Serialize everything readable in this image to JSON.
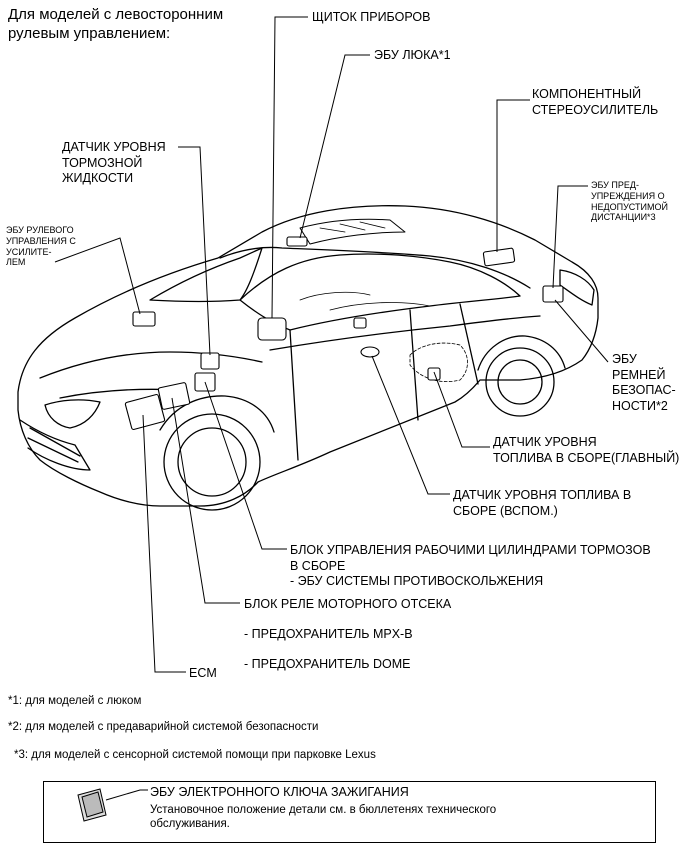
{
  "header": {
    "title": "Для моделей с левосторонним\nрулевым управлением:"
  },
  "labels": {
    "instrument_panel": "ЩИТОК ПРИБОРОВ",
    "sunroof_ecu": "ЭБУ ЛЮКА*1",
    "stereo_amp": "КОМПОНЕНТНЫЙ\nСТЕРЕОУСИЛИТЕЛЬ",
    "brake_fluid_sensor": "ДАТЧИК УРОВНЯ\nТОРМОЗНОЙ\nЖИДКОСТИ",
    "distance_warning_ecu": "ЭБУ ПРЕД-\nУПРЕЖДЕНИЯ О\nНЕДОПУСТИМОЙ\nДИСТАНЦИИ*3",
    "power_steering_ecu": "ЭБУ РУЛЕВОГО\nУПРАВЛЕНИЯ С\nУСИЛИТЕ-\nЛЕМ",
    "seatbelt_ecu": "ЭБУ\nРЕМНЕЙ\nБЕЗОПАС-\nНОСТИ*2",
    "fuel_sensor_main": "ДАТЧИК УРОВНЯ\nТОПЛИВА В СБОРЕ(ГЛАВНЫЙ)",
    "fuel_sensor_sub": "ДАТЧИК УРОВНЯ ТОПЛИВА В\nСБОРЕ  (ВСПОМ.)",
    "brake_actuator": "БЛОК УПРАВЛЕНИЯ РАБОЧИМИ ЦИЛИНДРАМИ ТОРМОЗОВ\nВ СБОРЕ\n- ЭБУ СИСТЕМЫ ПРОТИВОСКОЛЬЖЕНИЯ",
    "engine_relay_block": "БЛОК РЕЛЕ МОТОРНОГО ОТСЕКА",
    "fuse_mpx": "- ПРЕДОХРАНИТЕЛЬ MPX-B",
    "fuse_dome": "- ПРЕДОХРАНИТЕЛЬ DOME",
    "ecm": "ECM"
  },
  "footnotes": [
    "*1: для моделей с люком",
    "*2: для моделей с предаварийной системой безопасности",
    "*3: для моделей с сенсорной системой помощи при парковке Lexus"
  ],
  "legend": {
    "title": "ЭБУ ЭЛЕКТРОННОГО КЛЮЧА ЗАЖИГАНИЯ",
    "text": "Установочное положение детали см. в бюллетенях технического\nобслуживания."
  }
}
